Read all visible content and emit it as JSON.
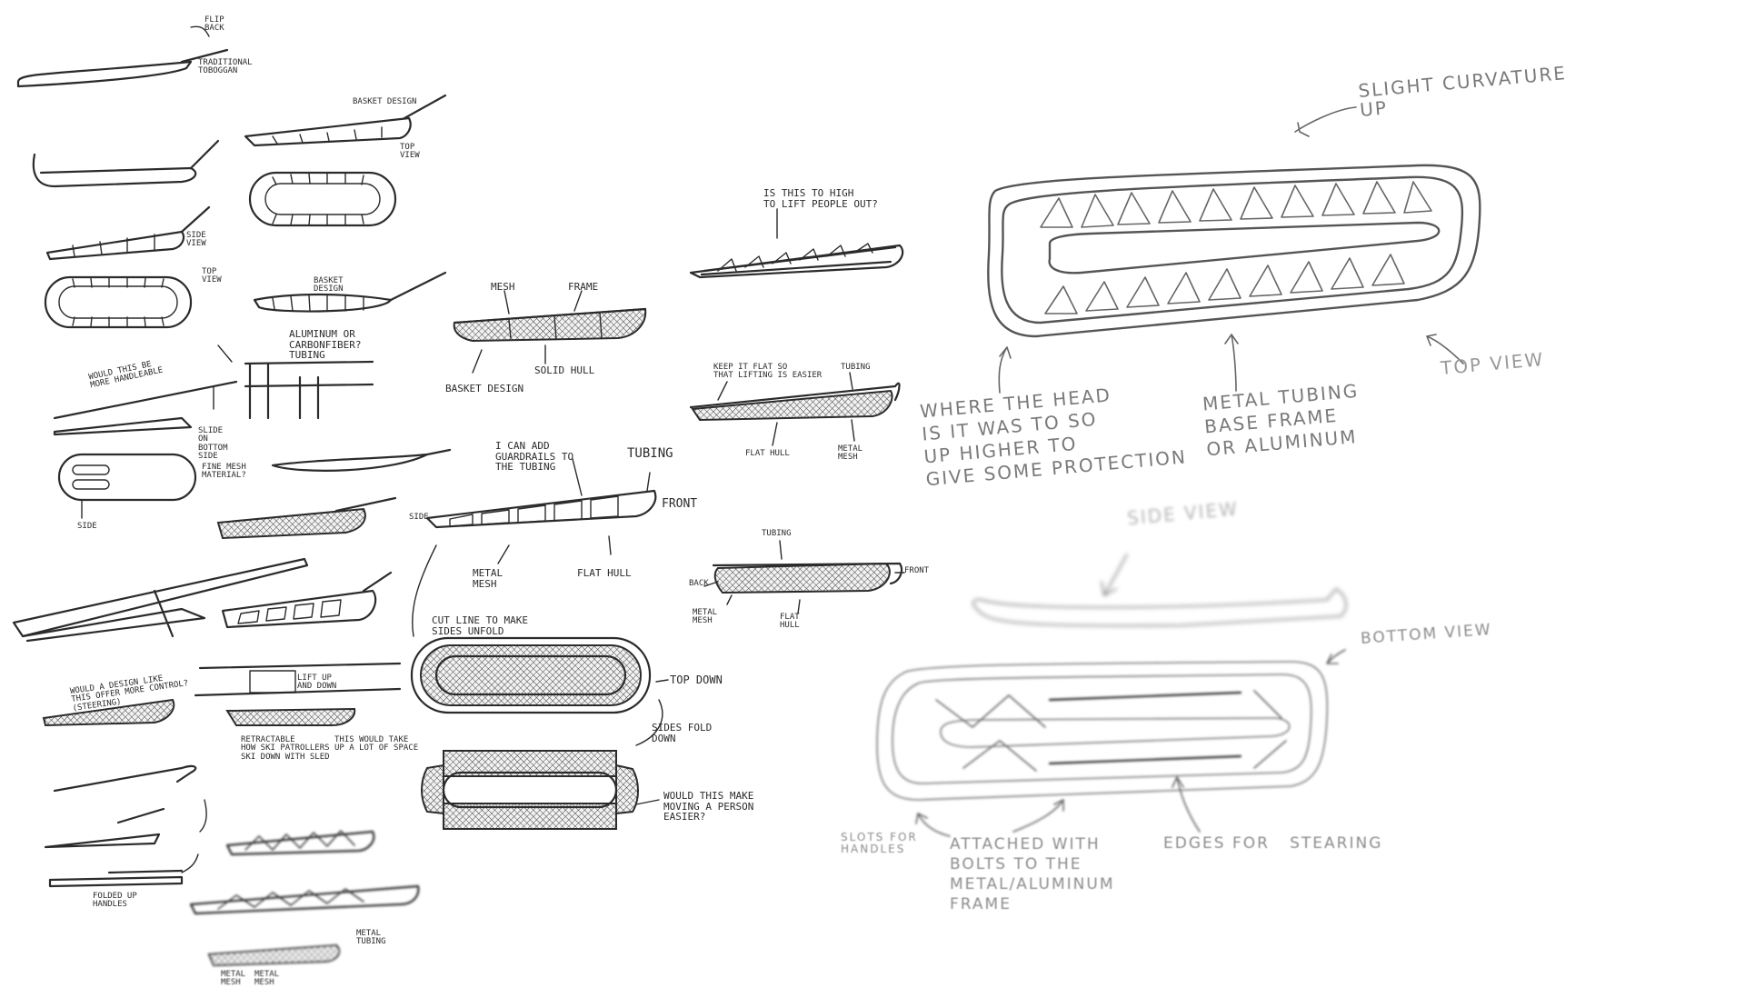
{
  "left_sketch_labels": {
    "flip_back": "FLIP\nBACK",
    "traditional_toboggan": "TRADITIONAL\nTOBOGGAN",
    "basket_design_top": "BASKET DESIGN",
    "top_view_small": "TOP\nVIEW",
    "side_view_small": "SIDE\nVIEW",
    "top_view_small_2": "TOP\nVIEW",
    "basket_design_2": "BASKET\nDESIGN",
    "aluminum_carbonfiber": "ALUMINUM OR\nCARBONFIBER?\nTUBING",
    "more_handleable": "WOULD THIS BE\nMORE HANDLEABLE",
    "slide_bottom": "SLIDE\nON\nBOTTOM\nSIDE",
    "fine_mesh": "FINE MESH\nMATERIAL?",
    "side": "SIDE",
    "design_control": "WOULD A DESIGN LIKE\nTHIS OFFER MORE CONTROL?\n(STEERING)",
    "lift_up": "LIFT UP\nAND DOWN",
    "retractable": "RETRACTABLE\nHOW SKI PATROLLERS\nSKI DOWN WITH SLED",
    "lot_of_space": "THIS WOULD TAKE\nUP A LOT OF SPACE",
    "folded_handles": "FOLDED UP\nHANDLES",
    "metal_tubing": "METAL\nTUBING",
    "metal_mesh_1": "METAL\nMESH",
    "metal_mesh_2": "METAL\nMESH"
  },
  "middle_sketch_labels": {
    "mesh": "MESH",
    "frame": "FRAME",
    "basket_design": "BASKET DESIGN",
    "solid_hull": "SOLID HULL",
    "add_guardrails": "I CAN ADD\nGUARDRAILS TO\nTHE TUBING",
    "tubing": "TUBING",
    "front": "FRONT",
    "side": "SIDE",
    "metal_mesh": "METAL\nMESH",
    "flat_hull": "FLAT HULL",
    "cut_line": "CUT LINE TO MAKE\nSIDES UNFOLD",
    "top_down": "TOP DOWN",
    "sides_fold": "SIDES FOLD\nDOWN",
    "moving_easier": "WOULD THIS MAKE\nMOVING A PERSON\nEASIER?",
    "too_high": "IS THIS TO HIGH\nTO LIFT PEOPLE OUT?",
    "keep_flat": "KEEP IT FLAT SO\nTHAT LIFTING IS EASIER",
    "tubing_2": "TUBING",
    "flat_hull_2": "FLAT HULL",
    "metal_mesh_2": "METAL\nMESH",
    "tubing_3": "TUBING",
    "back": "BACK",
    "front_2": "FRONT",
    "metal_mesh_3": "METAL\nMESH",
    "flat_hull_3": "FLAT\nHULL"
  },
  "right_sketch_labels": {
    "slight_curvature": "SLIGHT CURVATURE\nUP",
    "head_note": "WHERE THE HEAD\nIS IT WAS TO SO\nUP HIGHER TO\nGIVE SOME PROTECTION",
    "metal_tubing": "METAL TUBING\nBASE FRAME\nOR ALUMINUM",
    "top_view": "TOP VIEW",
    "side_view": "SIDE VIEW",
    "bottom_view": "BOTTOM VIEW",
    "slots_handles": "SLOTS FOR\nHANDLES",
    "attached_bolts": "ATTACHED WITH\nBOLTS TO THE\nMETAL/ALUMINUM\nFRAME",
    "edges_steering": "EDGES FOR   STEARING"
  }
}
